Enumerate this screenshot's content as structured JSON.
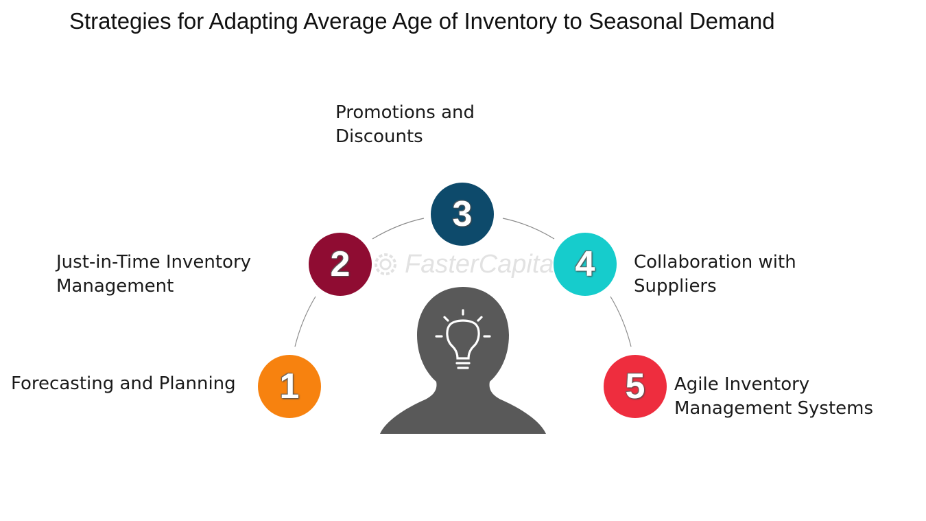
{
  "title": "Strategies for Adapting Average Age of Inventory to Seasonal Demand",
  "steps": [
    {
      "number": "1",
      "label_lines": [
        "Forecasting and Planning"
      ],
      "color": "#f7820f"
    },
    {
      "number": "2",
      "label_lines": [
        "Just-in-Time Inventory",
        "Management"
      ],
      "color": "#8f0c32"
    },
    {
      "number": "3",
      "label_lines": [
        "Promotions and",
        "Discounts"
      ],
      "color": "#0d4a6b"
    },
    {
      "number": "4",
      "label_lines": [
        "Collaboration with",
        "Suppliers"
      ],
      "color": "#16cccc"
    },
    {
      "number": "5",
      "label_lines": [
        "Agile Inventory",
        "Management Systems"
      ],
      "color": "#ee2d3e"
    }
  ],
  "watermark": {
    "text": "FasterCapital"
  },
  "icons": {
    "center": "person-lightbulb-icon",
    "watermark": "gear-icon"
  },
  "colors": {
    "silhouette": "#595959",
    "connector": "#8a8a8a"
  }
}
